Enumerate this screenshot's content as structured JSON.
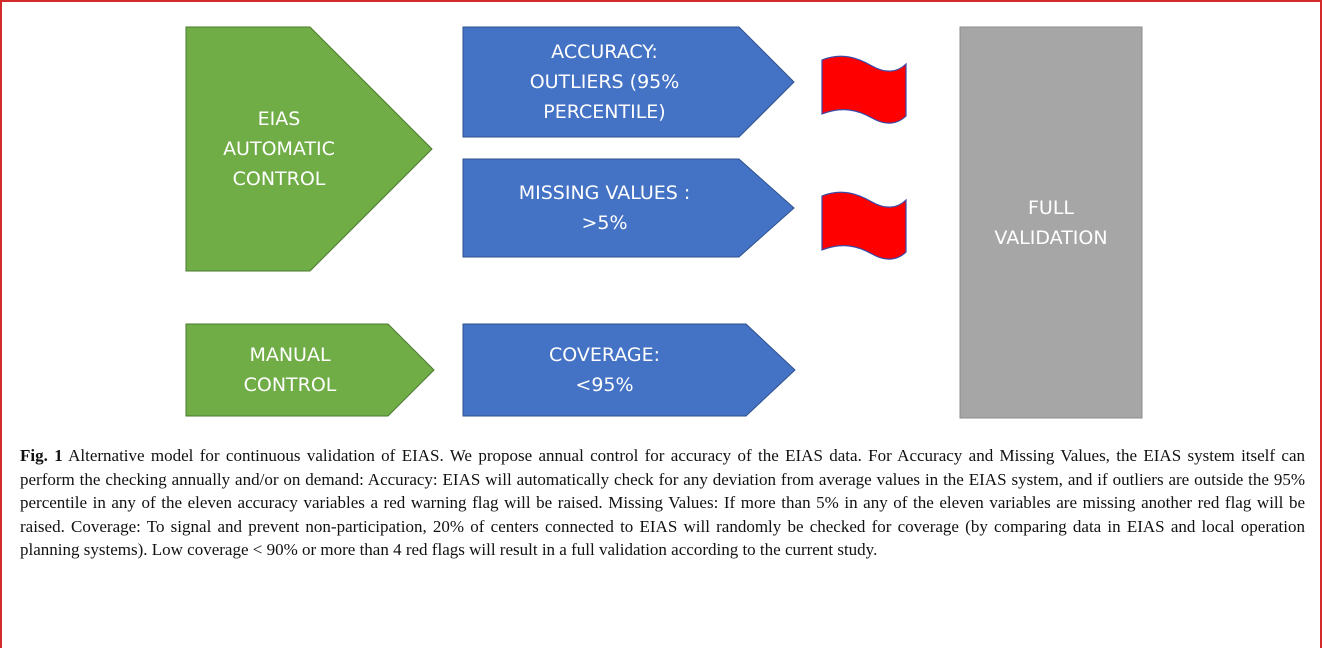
{
  "diagram": {
    "eias_control": "EIAS\nAUTOMATIC\nCONTROL",
    "manual_control": "MANUAL\nCONTROL",
    "accuracy": "ACCURACY:\nOUTLIERS (95%\nPERCENTILE)",
    "missing_values": "MISSING VALUES :\n>5%",
    "coverage": "COVERAGE:\n<95%",
    "full_validation": "FULL\nVALIDATION"
  },
  "colors": {
    "green": "#70ad47",
    "blue": "#4472c4",
    "gray": "#a6a6a6",
    "flag_red": "#ff0000",
    "flag_outline": "#3a4aa8",
    "frame": "#d42a2a"
  },
  "caption": {
    "fig_label": "Fig. 1",
    "text": "  Alternative model for continuous validation of EIAS. We propose annual control for accuracy of the EIAS data. For Accuracy and Missing Values, the EIAS system itself can perform the checking annually and/or on demand: Accuracy: EIAS will automatically check for any deviation from average values in the EIAS system, and if outliers are outside the 95% percentile in any of the eleven accuracy variables a red warning flag will be raised. Missing Values: If more than 5% in any of the eleven variables are missing another red flag will be raised. Coverage: To signal and prevent non-participation, 20% of centers connected to EIAS will randomly be checked for coverage (by comparing data in EIAS and local operation planning systems). Low coverage < 90% or more than 4 red flags will result in a full validation according to the current study."
  }
}
